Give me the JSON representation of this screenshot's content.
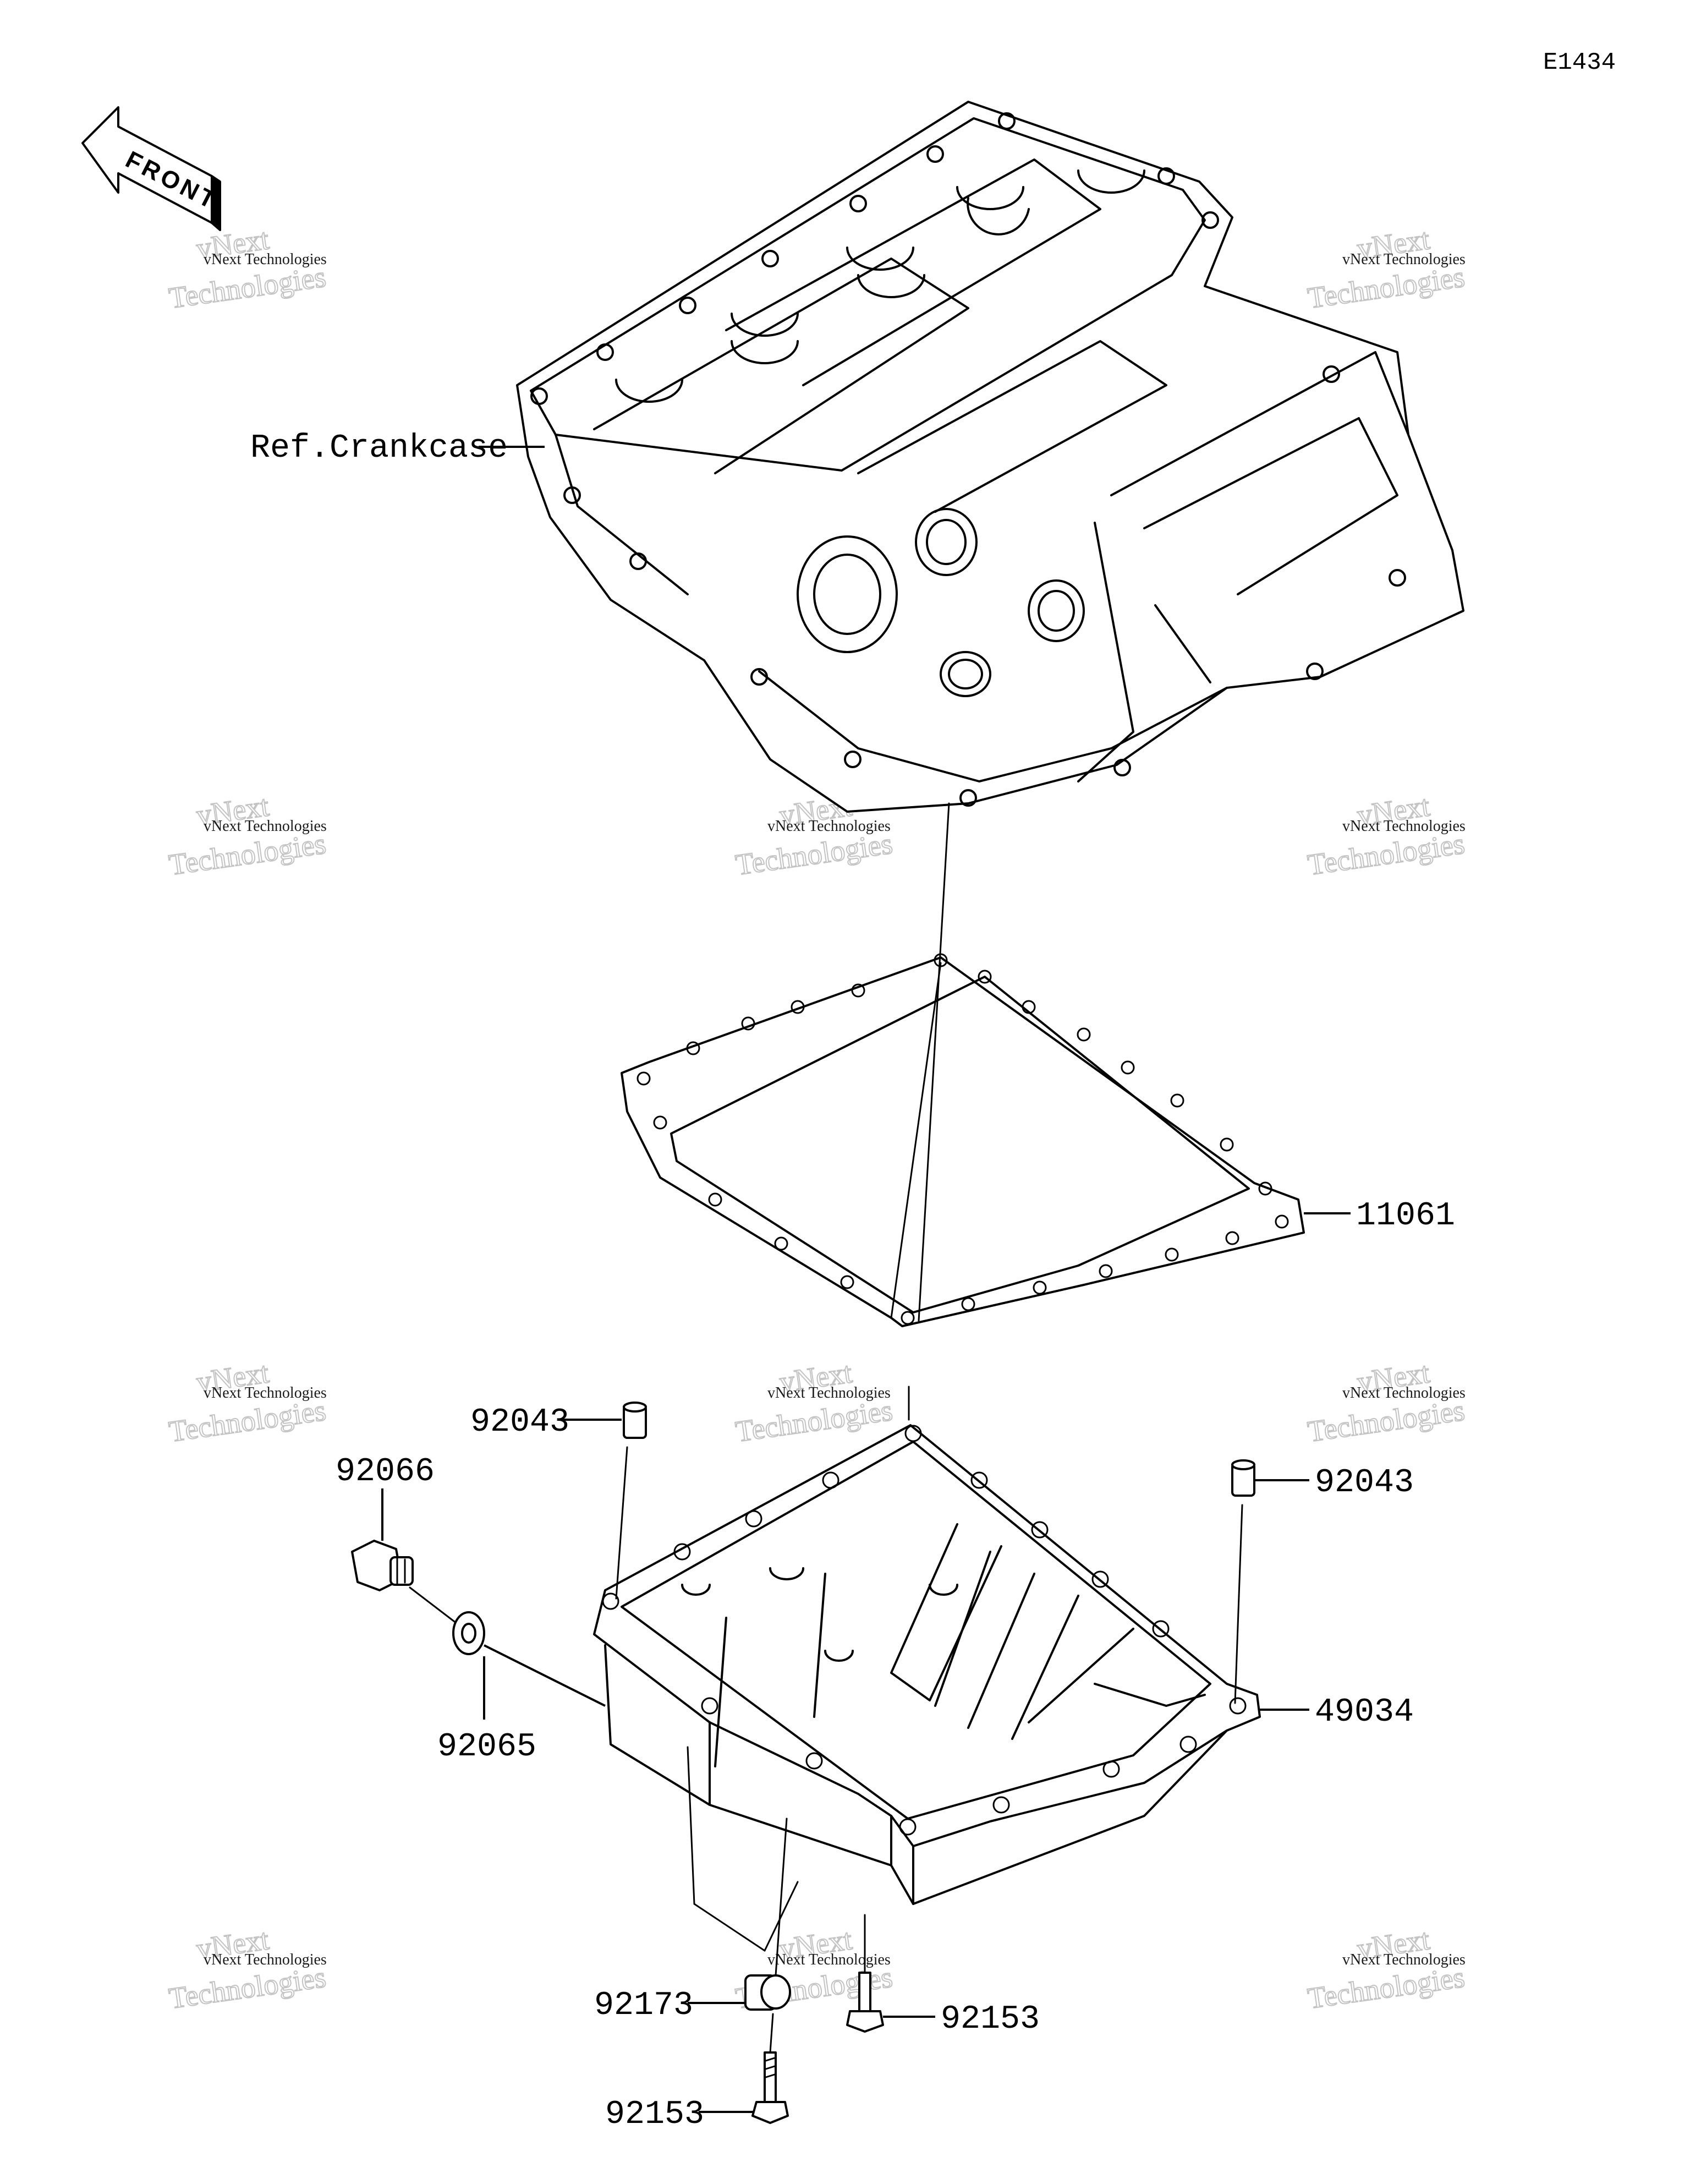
{
  "diagram_id": "E1434",
  "front_arrow": {
    "label": "FRONT"
  },
  "reference_label": "Ref.Crankcase",
  "callouts": {
    "gasket": "11061",
    "dowel_upper": "92043",
    "dowel_right": "92043",
    "drain_plug": "92066",
    "washer": "92065",
    "oil_pan": "49034",
    "plug_cap": "92173",
    "bolt_right": "92153",
    "bolt_bottom": "92153"
  },
  "watermark": {
    "line1": "vNext Technologies",
    "line2": "vNext",
    "line3": "Technologies"
  }
}
